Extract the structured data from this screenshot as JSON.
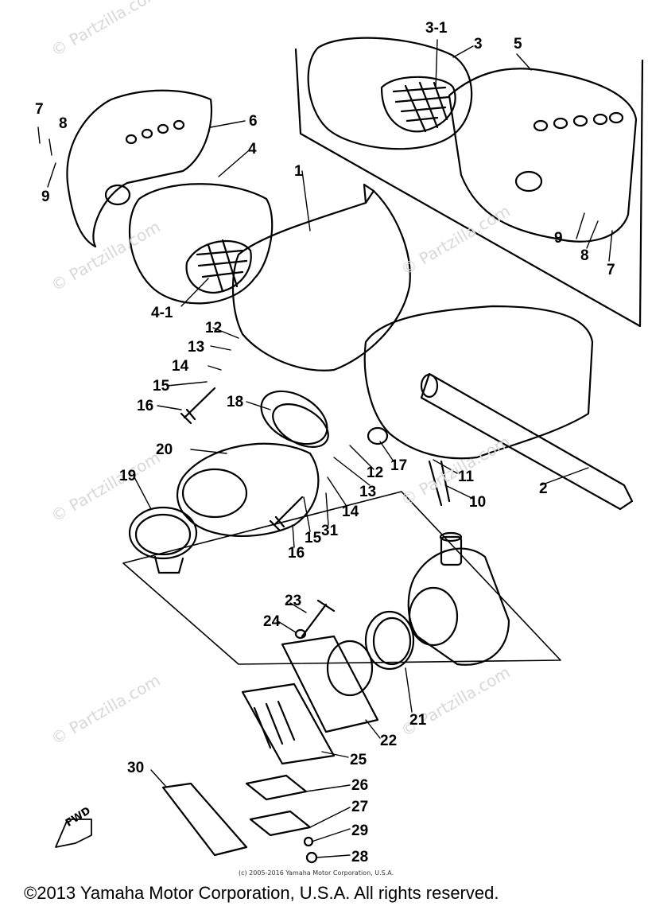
{
  "watermark": "© Partzilla.com",
  "callouts": [
    "3-1",
    "3",
    "5",
    "6",
    "7",
    "8",
    "9",
    "4",
    "1",
    "4-1",
    "9",
    "8",
    "7",
    "12",
    "13",
    "14",
    "15",
    "16",
    "18",
    "20",
    "19",
    "12",
    "17",
    "11",
    "13",
    "14",
    "2",
    "10",
    "31",
    "15",
    "16",
    "23",
    "24",
    "21",
    "22",
    "25",
    "30",
    "26",
    "27",
    "29",
    "28"
  ],
  "direction_label": "FWD",
  "source_note": "(c) 2005-2016 Yamaha Motor Corporation, U.S.A.",
  "copyright": "©2013 Yamaha Motor Corporation, U.S.A. All rights reserved."
}
